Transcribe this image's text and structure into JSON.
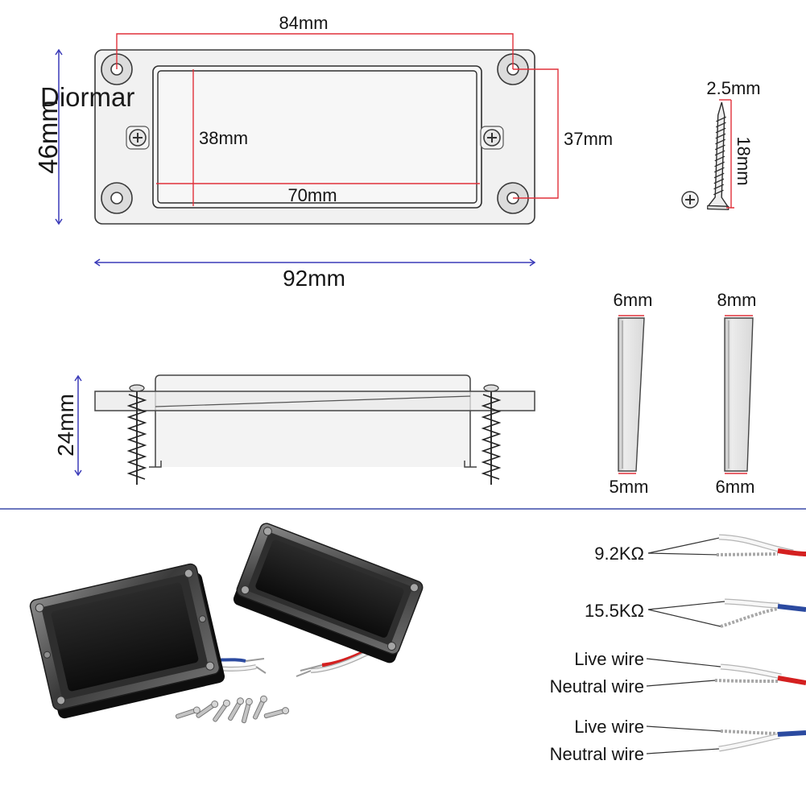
{
  "brand": "Diormar",
  "top_view": {
    "hole_spacing_horizontal": "84mm",
    "height": "46mm",
    "inner_height": "38mm",
    "hole_spacing_vertical": "37mm",
    "inner_width": "70mm",
    "overall_width": "92mm"
  },
  "screw": {
    "diameter": "2.5mm",
    "length": "18mm"
  },
  "side_view": {
    "height": "24mm"
  },
  "wedges": [
    {
      "top": "6mm",
      "bottom": "5mm"
    },
    {
      "top": "8mm",
      "bottom": "6mm"
    }
  ],
  "wiring": {
    "resistance_1": "9.2KΩ",
    "resistance_2": "15.5KΩ",
    "pairs": [
      {
        "live": "Live wire",
        "neutral": "Neutral wire"
      },
      {
        "live": "Live wire",
        "neutral": "Neutral wire"
      }
    ]
  },
  "colors": {
    "dimension_red": "#e0303a",
    "dimension_blue": "#3a3ab8",
    "divider": "#3b4aa8",
    "wire_red": "#d42020",
    "wire_blue": "#2b4aa0"
  }
}
